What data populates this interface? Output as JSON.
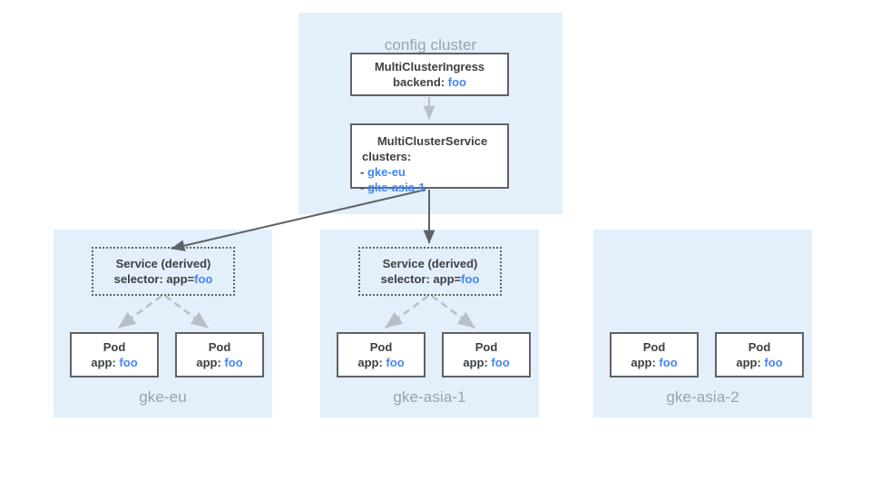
{
  "colors": {
    "panel_bg": "#e3effb",
    "box_border": "#5f6368",
    "text": "#3c4043",
    "accent_blue": "#4285f4",
    "label_gray": "#9aa3ac",
    "arrow_dark": "#5f6368",
    "arrow_light": "#b9bfc6"
  },
  "config_cluster": {
    "title": "config cluster",
    "ingress_box": {
      "title": "MultiClusterIngress",
      "field_label": "backend:",
      "field_value": "foo"
    },
    "service_box": {
      "title": "MultiClusterService",
      "field_label": "clusters:",
      "items": [
        {
          "bullet": "-",
          "value": "gke-eu"
        },
        {
          "bullet": "-",
          "value": "gke-asia-1"
        }
      ]
    }
  },
  "clusters": [
    {
      "name": "gke-eu",
      "has_service": true,
      "service": {
        "title": "Service (derived)",
        "selector_label": "selector: app=",
        "selector_value": "foo"
      },
      "pods": [
        {
          "title": "Pod",
          "label": "app:",
          "value": "foo"
        },
        {
          "title": "Pod",
          "label": "app:",
          "value": "foo"
        }
      ]
    },
    {
      "name": "gke-asia-1",
      "has_service": true,
      "service": {
        "title": "Service (derived)",
        "selector_label": "selector: app=",
        "selector_value": "foo"
      },
      "pods": [
        {
          "title": "Pod",
          "label": "app:",
          "value": "foo"
        },
        {
          "title": "Pod",
          "label": "app:",
          "value": "foo"
        }
      ]
    },
    {
      "name": "gke-asia-2",
      "has_service": false,
      "pods": [
        {
          "title": "Pod",
          "label": "app:",
          "value": "foo"
        },
        {
          "title": "Pod",
          "label": "app:",
          "value": "foo"
        }
      ]
    }
  ]
}
